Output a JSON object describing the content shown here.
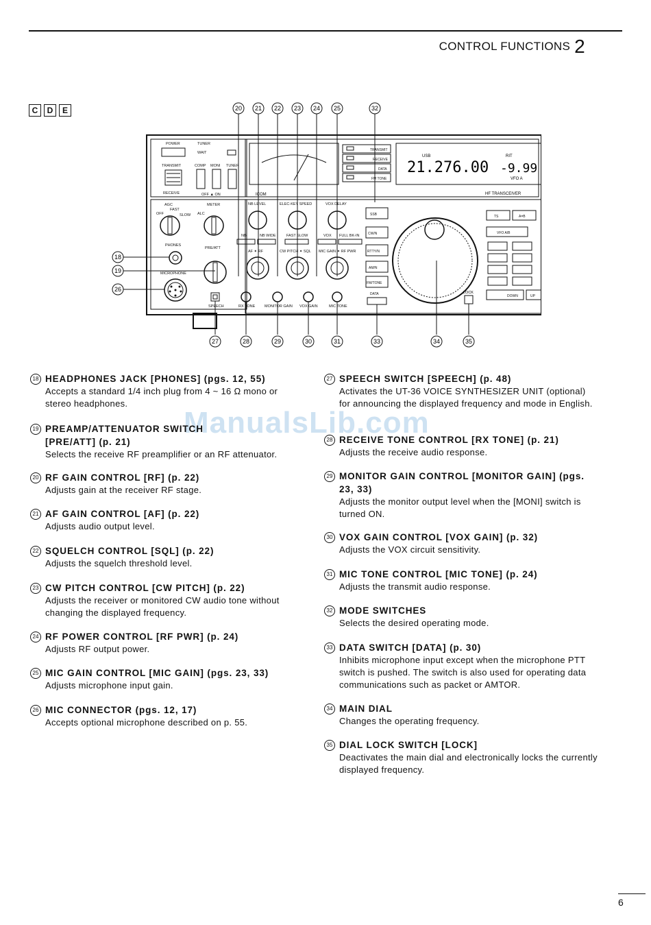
{
  "header": {
    "title": "CONTROL FUNCTIONS",
    "number": "2"
  },
  "models": [
    "C",
    "D",
    "E"
  ],
  "watermark": "ManualsLib.com",
  "page_number": "6",
  "radio": {
    "labels": {
      "power": "POWER",
      "tuner": "TUNER",
      "wait": "WAIT",
      "transmit": "TRANSMIT",
      "receive": "RECEIVE",
      "comp": "COMP",
      "moni": "MONI",
      "tuner2": "TUNER",
      "off_on": "OFF ▲ ON",
      "agc": "AGC",
      "fast": "FAST",
      "slow": "SLOW",
      "off": "OFF",
      "meter": "METER",
      "alc": "ALC",
      "phones": "PHONES",
      "preatt": "PRE/ATT",
      "microphone": "MICROPHONE",
      "nb_level": "NB LEVEL",
      "elec_key_speed": "ELEC-KEY SPEED",
      "vox_delay": "VOX DELAY",
      "nb": "NB",
      "nb_wide": "NB WIDE",
      "fast_slow": "FAST SLOW",
      "vox": "VOX",
      "full_bk_in": "FULL BK-IN",
      "af_rf": "AF ✦ RF",
      "cw_pitch_sql": "CW PITCH ✦ SQL",
      "mic_gain_rf_pwr": "MIC GAIN ✦ RF PWR",
      "speech": "SPEECH",
      "rx_tone": "RX TONE",
      "monitor_gain": "MONITOR GAIN",
      "vox_gain": "VOX GAIN",
      "mic_tone": "MIC TONE",
      "transmit_ind": "TRANSMIT",
      "receive_ind": "RECEIVE",
      "data_ind": "DATA",
      "fm_tone_ind": "FM TONE",
      "icom": "ICOM",
      "usb": "USB",
      "rit": "RIT",
      "vfo_a": "VFO A",
      "hf_transceiver": "HF TRANSCEIVER",
      "ssb": "SSB",
      "cw_n": "CW/N",
      "rtty_n": "RTTY/N",
      "am_n": "AM/N",
      "fm_tone": "FM/TONE",
      "data": "DATA",
      "lock": "LOCK",
      "ts": "TS",
      "a_b": "A=B",
      "vfo_ab": "VFO A/B",
      "down": "DOWN",
      "up": "UP"
    },
    "frequency": "21.276.00",
    "rit_value": "-9.99",
    "callouts_top": [
      "20",
      "21",
      "22",
      "23",
      "24",
      "25",
      "32"
    ],
    "callouts_left": [
      "18",
      "19",
      "26"
    ],
    "callouts_bottom": [
      "27",
      "28",
      "29",
      "30",
      "31",
      "33",
      "34",
      "35"
    ]
  },
  "left_items": [
    {
      "num": "18",
      "title": "HEADPHONES JACK [PHONES] (pgs. 12, 55)",
      "desc": "Accepts a standard 1/4 inch plug from 4 ~ 16 Ω mono or stereo headphones."
    },
    {
      "num": "19",
      "title": "PREAMP/ATTENUATOR SWITCH [PRE/ATT] (p. 21)",
      "desc": "Selects the receive RF preamplifier or an RF attenuator."
    },
    {
      "num": "20",
      "title": "RF GAIN CONTROL [RF] (p. 22)",
      "desc": "Adjusts gain at the receiver RF stage."
    },
    {
      "num": "21",
      "title": "AF GAIN CONTROL [AF] (p. 22)",
      "desc": "Adjusts audio output level."
    },
    {
      "num": "22",
      "title": "SQUELCH CONTROL [SQL] (p. 22)",
      "desc": "Adjusts the squelch threshold level."
    },
    {
      "num": "23",
      "title": "CW PITCH CONTROL [CW PITCH] (p. 22)",
      "desc": "Adjusts the receiver or monitored CW audio tone without changing the displayed frequency."
    },
    {
      "num": "24",
      "title": "RF POWER CONTROL [RF PWR] (p. 24)",
      "desc": "Adjusts RF output power."
    },
    {
      "num": "25",
      "title": "MIC GAIN CONTROL [MIC GAIN] (pgs. 23, 33)",
      "desc": "Adjusts microphone input gain."
    },
    {
      "num": "26",
      "title": "MIC CONNECTOR (pgs. 12, 17)",
      "desc": "Accepts optional microphone described on p. 55."
    }
  ],
  "right_items": [
    {
      "num": "27",
      "title": "SPEECH SWITCH [SPEECH] (p. 48)",
      "desc": "Activates the UT-36 VOICE SYNTHESIZER UNIT (optional) for announcing the displayed frequency and mode in English."
    },
    {
      "num": "28",
      "title": "RECEIVE TONE CONTROL [RX TONE] (p. 21)",
      "desc": "Adjusts the receive audio response."
    },
    {
      "num": "29",
      "title": "MONITOR GAIN CONTROL [MONITOR GAIN] (pgs. 23, 33)",
      "desc": "Adjusts the monitor output level when the [MONI] switch is turned ON."
    },
    {
      "num": "30",
      "title": "VOX GAIN CONTROL [VOX GAIN] (p. 32)",
      "desc": "Adjusts the VOX circuit sensitivity."
    },
    {
      "num": "31",
      "title": "MIC TONE CONTROL [MIC TONE] (p. 24)",
      "desc": "Adjusts the transmit audio response."
    },
    {
      "num": "32",
      "title": "MODE SWITCHES",
      "desc": "Selects the desired operating mode."
    },
    {
      "num": "33",
      "title": "DATA SWITCH [DATA] (p. 30)",
      "desc": "Inhibits microphone input except when the microphone PTT switch is pushed. The switch is also used for operating data communications such as packet or AMTOR."
    },
    {
      "num": "34",
      "title": "MAIN DIAL",
      "desc": "Changes the operating frequency."
    },
    {
      "num": "35",
      "title": "DIAL LOCK SWITCH [LOCK]",
      "desc": "Deactivates the main dial and electronically locks the currently displayed frequency."
    }
  ]
}
